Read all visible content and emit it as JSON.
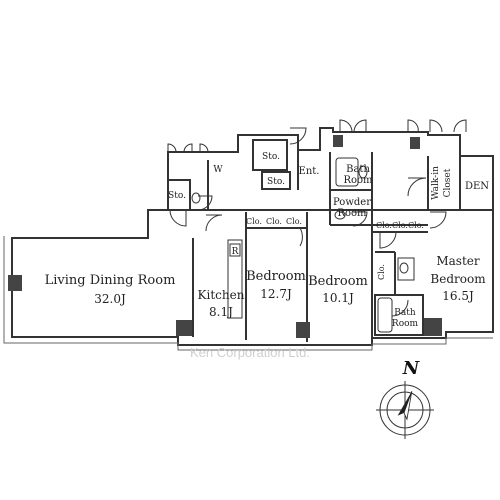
{
  "rooms": {
    "ldr": {
      "name": "Living Dining Room",
      "size": "32.0J"
    },
    "kitchen": {
      "name": "Kitchen",
      "size": "8.1J"
    },
    "bedroom1": {
      "name": "Bedroom",
      "size": "12.7J"
    },
    "bedroom2": {
      "name": "Bedroom",
      "size": "10.1J"
    },
    "master": {
      "name1": "Master",
      "name2": "Bedroom",
      "size": "16.5J"
    },
    "bath_top": {
      "name1": "Bath",
      "name2": "Room"
    },
    "powder": {
      "name1": "Powder",
      "name2": "Room"
    },
    "bath_bottom": {
      "name1": "Bath",
      "name2": "Room"
    },
    "walkin": {
      "name1": "Walk-in",
      "name2": "Closet"
    },
    "den": {
      "name": "DEN"
    },
    "entrance": {
      "name": "Ent."
    }
  },
  "labels": {
    "sto": "Sto.",
    "clo": "Clo.",
    "r": "R",
    "w": "W"
  },
  "watermark": "Ken Corporation Ltd.",
  "compass": {
    "north": "N"
  },
  "colors": {
    "wall": "#333333",
    "pillar": "#444444",
    "balcony": "#666666"
  }
}
